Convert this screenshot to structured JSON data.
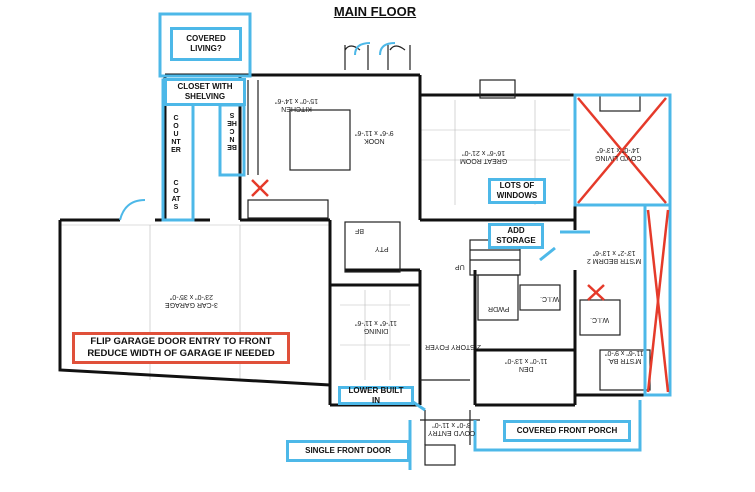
{
  "title": "MAIN FLOOR",
  "callouts": {
    "covered_living": "COVERED LIVING?",
    "closet_shelving": "CLOSET WITH SHELVING",
    "lots_of_windows": "LOTS OF WINDOWS",
    "add_storage": "ADD STORAGE",
    "flip_garage": "FLIP GARAGE DOOR ENTRY TO FRONT REDUCE WIDTH OF GARAGE IF NEEDED",
    "lower_built_in": "LOWER BUILT IN",
    "single_front_door": "SINGLE FRONT DOOR",
    "covered_front_porch": "COVERED FRONT PORCH"
  },
  "vertical_labels": {
    "counter": "COUNTER",
    "coats": "COATS",
    "benches": "BENCHES"
  },
  "rooms": {
    "kitchen": "KITCHEN",
    "kitchen_size": "15'-0\" x 14'-6\"",
    "nook": "NOOK",
    "nook_size": "9'-6\" x 11'-6\"",
    "great_room": "GREAT ROOM",
    "great_room_size": "16'-6\" x 21'-0\"",
    "covd_living": "COV'D LIVING",
    "covd_living_size": "14'-0\" x 13'-6\"",
    "garage": "3-CAR GARAGE",
    "garage_size": "23'-0\" x 35'-0\"",
    "dining": "DINING",
    "dining_size": "11'-6\" x 11'-6\"",
    "foyer": "2-STORY FOYER",
    "den": "DEN",
    "den_size": "11'-0\" x 13'-0\"",
    "covd_entry": "COV'D ENTRY",
    "covd_entry_size": "8'-0\" x 11'-0\"",
    "bedroom": "M'STR BEDRM 2",
    "bedroom_size": "13'-2\" x 13'-6\"",
    "bath": "M'STR BA.",
    "bath_size": "11'-6\" x 9'-0\"",
    "pwdr": "PWDR",
    "pty": "PTY",
    "wic": "W.I.C.",
    "wic2": "W.I.C.",
    "up": "UP",
    "bf": "BF"
  },
  "colors": {
    "callout_blue": "#4db8e8",
    "callout_red": "#e0503a",
    "cross_red": "#e53a2a",
    "wall": "#111111"
  }
}
